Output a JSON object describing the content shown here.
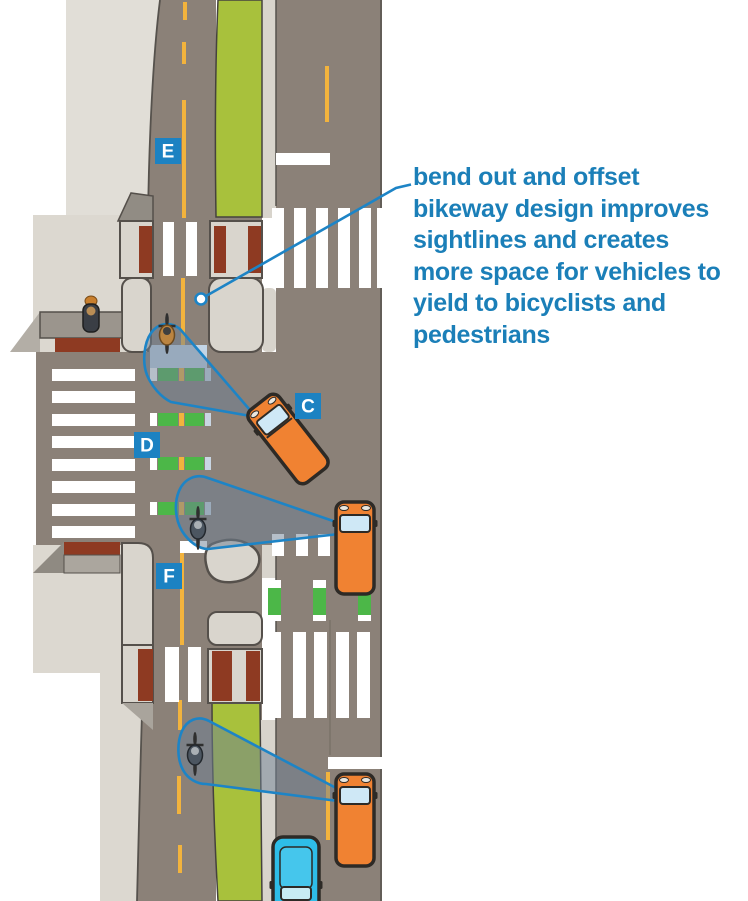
{
  "annotation": {
    "lines": [
      "bend out and offset",
      "bikeway design improves",
      "sightlines and creates",
      "more space for vehicles to",
      "yield to bicyclists and",
      "pedestrians"
    ]
  },
  "section_labels": {
    "e": "E",
    "c": "C",
    "d": "D",
    "f": "F"
  },
  "colors": {
    "annotation_text": "#1b7fb8",
    "label_box": "#1c82c2",
    "callout_blue": "#1d84c6",
    "road": "#8b8178",
    "sidewalk": "#dcd8d0",
    "sidewalk_light": "#e1ded7",
    "island_beige": "#d9d5cd",
    "curb_red": "#8e3a22",
    "bikeway_green": "#a8c13c",
    "crossing_green": "#4cb748",
    "lane_yellow": "#f2b33d",
    "crosswalk_white": "#ffffff",
    "vehicle_orange": "#f08232",
    "car_cyan": "#2ebde8",
    "windshield": "#cfe8f6",
    "cone_fill": "rgba(110,127,148,0.5)"
  }
}
